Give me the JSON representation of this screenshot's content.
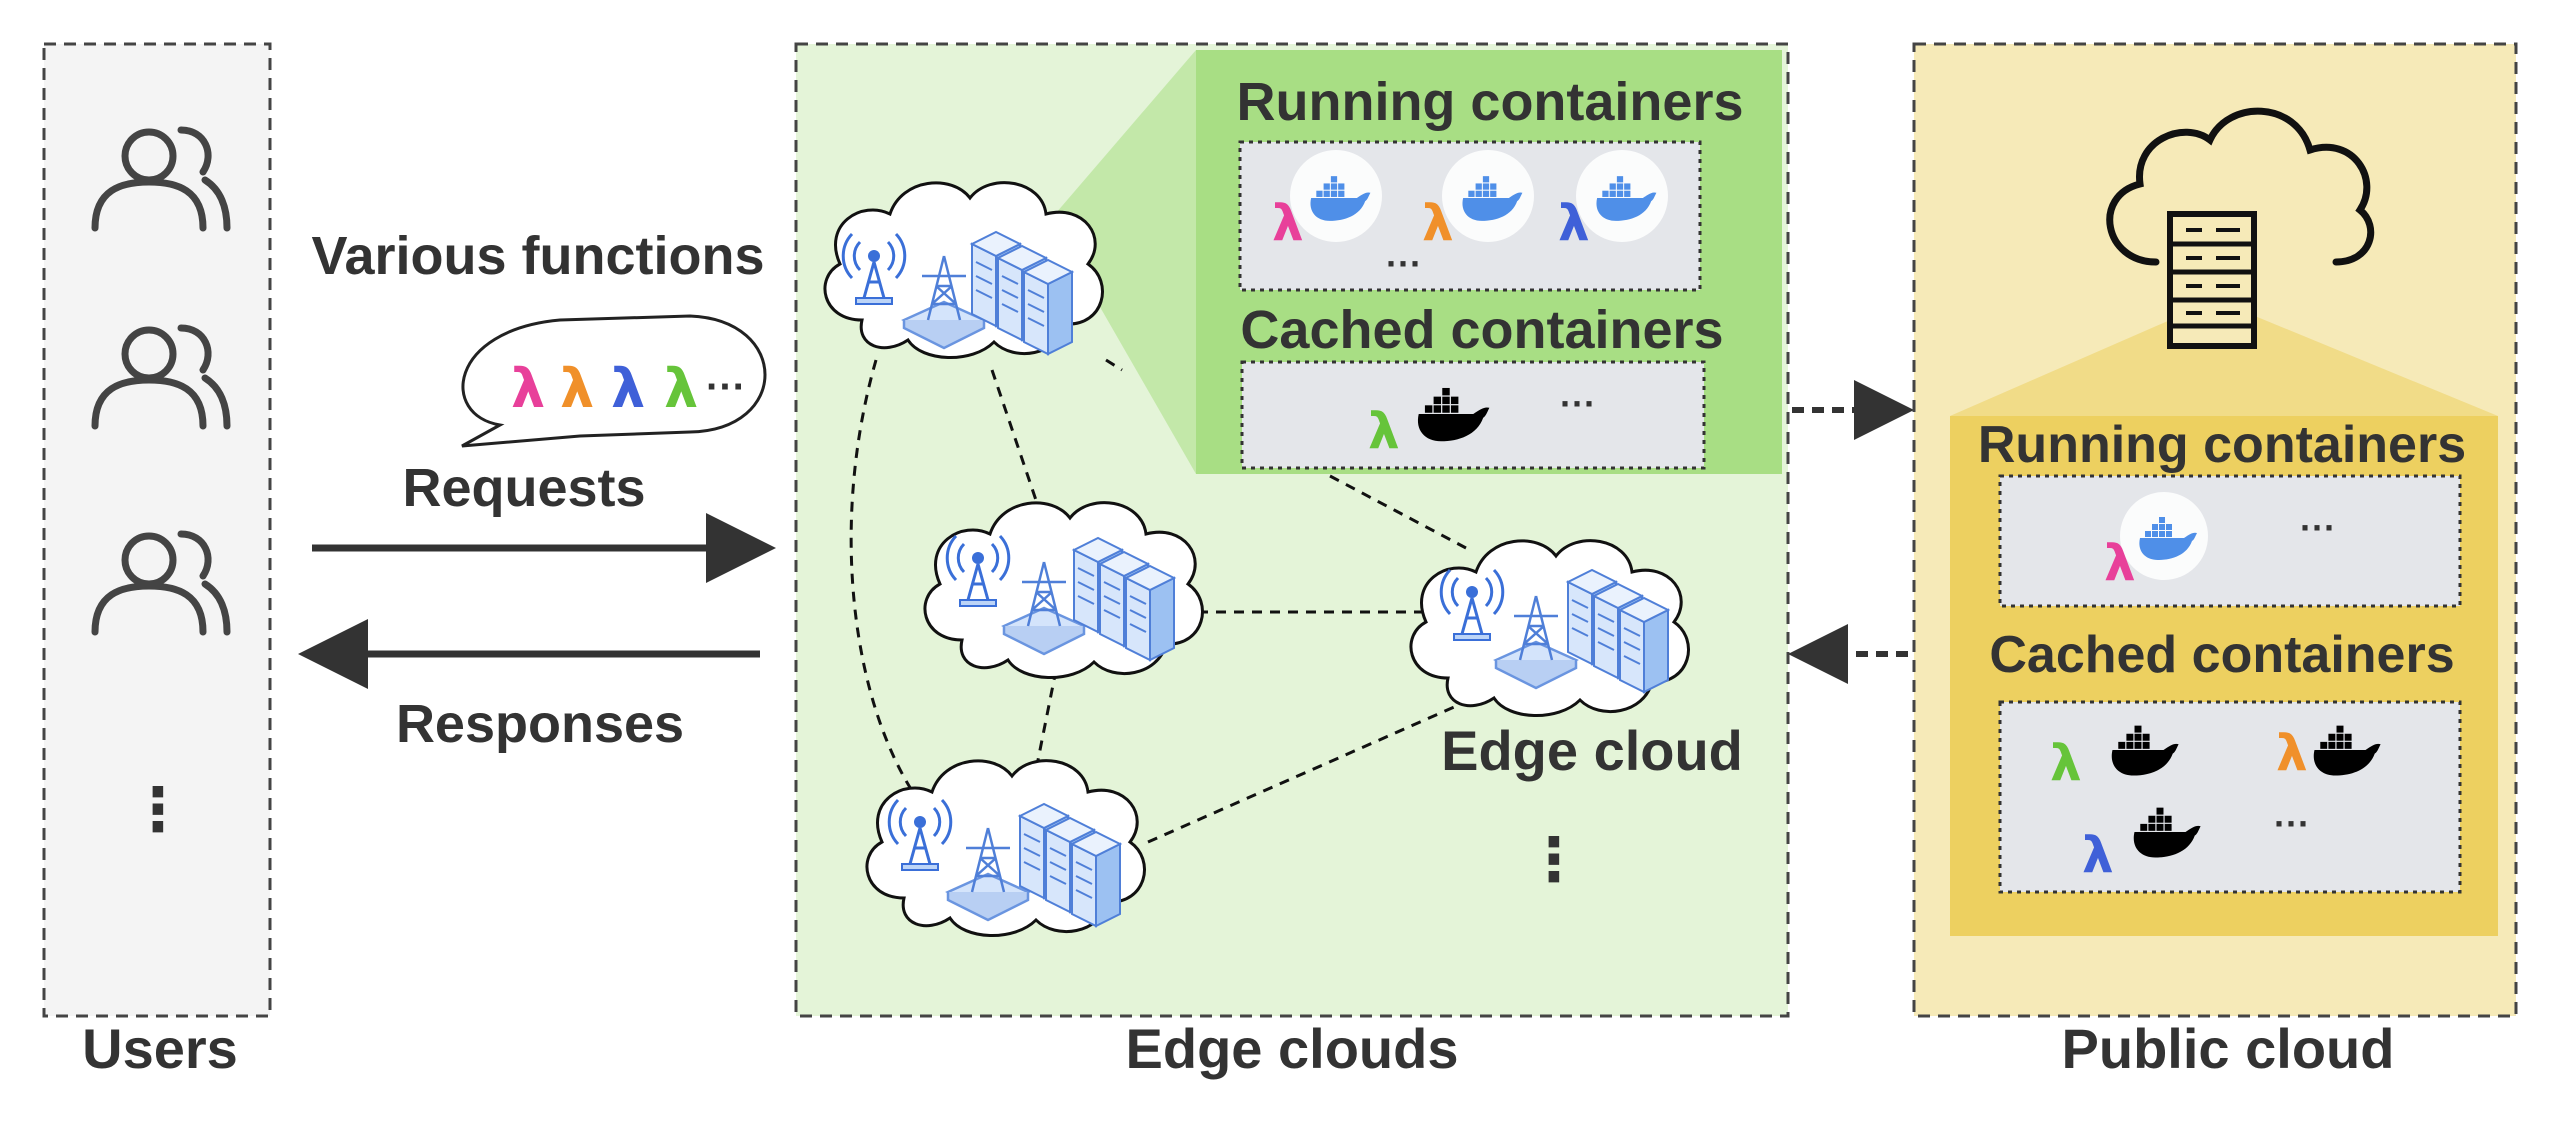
{
  "labels": {
    "users": "Users",
    "edge_clouds": "Edge clouds",
    "public_cloud": "Public cloud",
    "various_functions": "Various functions",
    "requests": "Requests",
    "responses": "Responses",
    "edge_cloud": "Edge cloud",
    "edge_running": "Running containers",
    "edge_cached": "Cached containers",
    "public_running": "Running containers",
    "public_cached": "Cached containers"
  },
  "symbols": {
    "lambda": "λ",
    "ellipsis": "···",
    "vertical_ellipsis": "⋮"
  },
  "colors": {
    "lambda_pink": "#E8409A",
    "lambda_orange": "#F0902A",
    "lambda_blue": "#3F60D8",
    "lambda_green": "#66C43A",
    "edge_panel": "#E4F4D8",
    "edge_zoom": "#A8DE84",
    "public_panel": "#F6EAB8",
    "public_zoom": "#EDD060",
    "docker_blue": "#4F8FE8",
    "docker_black": "#000000"
  }
}
